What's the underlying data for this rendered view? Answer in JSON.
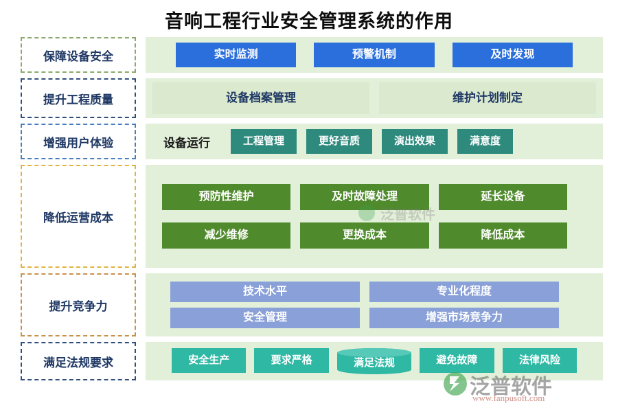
{
  "title": "音响工程行业安全管理系统的作用",
  "rows": [
    {
      "label": "保障设备安全",
      "items": [
        {
          "text": "实时监测",
          "style": "blue"
        },
        {
          "text": "预警机制",
          "style": "blue"
        },
        {
          "text": "及时发现",
          "style": "blue"
        }
      ]
    },
    {
      "label": "提升工程质量",
      "items": [
        {
          "text": "设备档案管理",
          "style": "pale"
        },
        {
          "text": "维护计划制定",
          "style": "pale"
        }
      ]
    },
    {
      "label": "增强用户体验",
      "items": [
        {
          "text": "设备运行",
          "style": "plain"
        },
        {
          "text": "工程管理",
          "style": "teal"
        },
        {
          "text": "更好音质",
          "style": "teal"
        },
        {
          "text": "演出效果",
          "style": "teal"
        },
        {
          "text": "满意度",
          "style": "teal"
        }
      ]
    },
    {
      "label": "降低运营成本",
      "items": [
        {
          "text": "预防性维护",
          "style": "green"
        },
        {
          "text": "及时故障处理",
          "style": "green"
        },
        {
          "text": "延长设备",
          "style": "green"
        },
        {
          "text": "减少维修",
          "style": "green"
        },
        {
          "text": "更换成本",
          "style": "green"
        },
        {
          "text": "降低成本",
          "style": "green"
        }
      ]
    },
    {
      "label": "提升竞争力",
      "items": [
        {
          "text": "技术水平",
          "style": "peri"
        },
        {
          "text": "专业化程度",
          "style": "peri"
        },
        {
          "text": "安全管理",
          "style": "peri"
        },
        {
          "text": "增强市场竞争力",
          "style": "peri"
        }
      ]
    },
    {
      "label": "满足法规要求",
      "items": [
        {
          "text": "安全生产",
          "style": "mint"
        },
        {
          "text": "要求严格",
          "style": "mint"
        },
        {
          "text": "满足法规",
          "style": "cylinder"
        },
        {
          "text": "避免故障",
          "style": "mint"
        },
        {
          "text": "法律风险",
          "style": "mint"
        }
      ]
    }
  ],
  "watermark": {
    "brand": "泛普软件",
    "url": "www.fanpusoft.com"
  },
  "colors": {
    "panel_bg": "#e2efd9",
    "label_text": "#1f3864",
    "blue": "#2a6fdb",
    "teal": "#2f8a7e",
    "green": "#4f8a2c",
    "periwinkle": "#8aa0d8",
    "mint": "#2fb8a4",
    "pale": "#dbe9cf"
  }
}
